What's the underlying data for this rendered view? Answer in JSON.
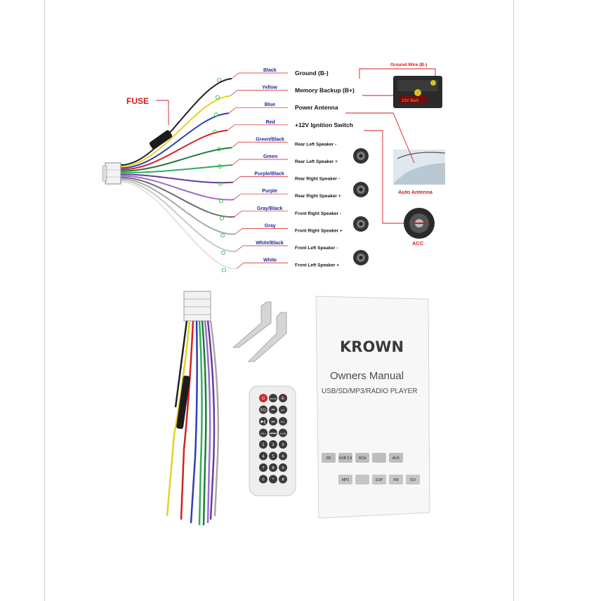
{
  "fuse_label": "FUSE",
  "wires": [
    {
      "color_name": "Black",
      "function": "Ground (B-)",
      "stroke": "#222222"
    },
    {
      "color_name": "Yellow",
      "function": "Memory Backup (B+)",
      "stroke": "#e6d21f"
    },
    {
      "color_name": "Blue",
      "function": "Power Antenna",
      "stroke": "#2d3fb0"
    },
    {
      "color_name": "Red",
      "function": "+12V Ignition Switch",
      "stroke": "#d42020"
    },
    {
      "color_name": "Green/Black",
      "function": "Rear Left Speaker -",
      "stroke": "#1f7a3a"
    },
    {
      "color_name": "Green",
      "function": "Rear Left Speaker +",
      "stroke": "#2fb05a"
    },
    {
      "color_name": "Purple/Black",
      "function": "Rear Right Speaker -",
      "stroke": "#6a3a9a"
    },
    {
      "color_name": "Purple",
      "function": "Rear Right Speaker +",
      "stroke": "#9b6cd0"
    },
    {
      "color_name": "Gray/Black",
      "function": "Front Right Speaker -",
      "stroke": "#6e6e6e"
    },
    {
      "color_name": "Gray",
      "function": "Front Right Speaker +",
      "stroke": "#a8a8a8"
    },
    {
      "color_name": "White/Black",
      "function": "Front Left Speaker -",
      "stroke": "#c8c8c8"
    },
    {
      "color_name": "White",
      "function": "Front Left Speaker +",
      "stroke": "#e2e2e2"
    }
  ],
  "battery": {
    "ground_wire_label": "Ground Wire (B-)",
    "text": "12V   Batt"
  },
  "auto_antenna_label": "Auto Antenna",
  "acc_label": "ACC",
  "manual": {
    "brand": "KROWN",
    "title": "Owners Manual",
    "subtitle": "USB/SD/MP3/RADIO PLAYER",
    "badges_row1": [
      "SD",
      "USB 2.0",
      "RCA",
      "",
      "AUX"
    ],
    "badges_row2": [
      "MP3",
      "",
      "ESP",
      "FM",
      "ID3"
    ]
  },
  "remote": {
    "buttons": [
      "⏻",
      "MODE",
      "🔇",
      "EQ",
      "⏮",
      "RPT",
      "▶‖",
      "⏭",
      "VOL-",
      "VOL+",
      "⏭⏭",
      "SCAN",
      "1",
      "2",
      "3",
      "4",
      "5",
      "6",
      "7",
      "8",
      "9",
      "0",
      "*",
      "#"
    ]
  },
  "colors": {
    "label_blue": "#1e2a9c",
    "callout_red": "#d61a1a"
  }
}
